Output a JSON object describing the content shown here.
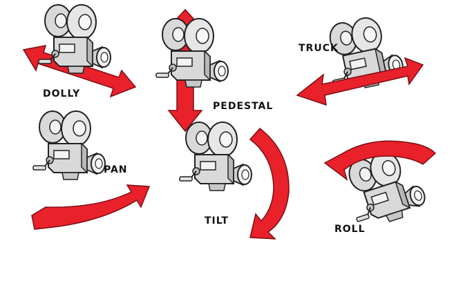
{
  "labels": {
    "dolly": "DOLLY",
    "pedestal": "PEDESTAL",
    "truck": "TRUCK",
    "pan": "PAN",
    "tilt": "TILT",
    "roll": "ROLL"
  },
  "colors": {
    "arrow": "#e8212b",
    "arrow_dark": "#9a1418",
    "camera_body": "#d9d9d9",
    "camera_light": "#f2f2f2",
    "camera_shade": "#b8b8b8",
    "outline": "#222222",
    "background": "#ffffff"
  },
  "icons": [
    "movie-camera-icon",
    "red-movement-arrow-icon"
  ]
}
